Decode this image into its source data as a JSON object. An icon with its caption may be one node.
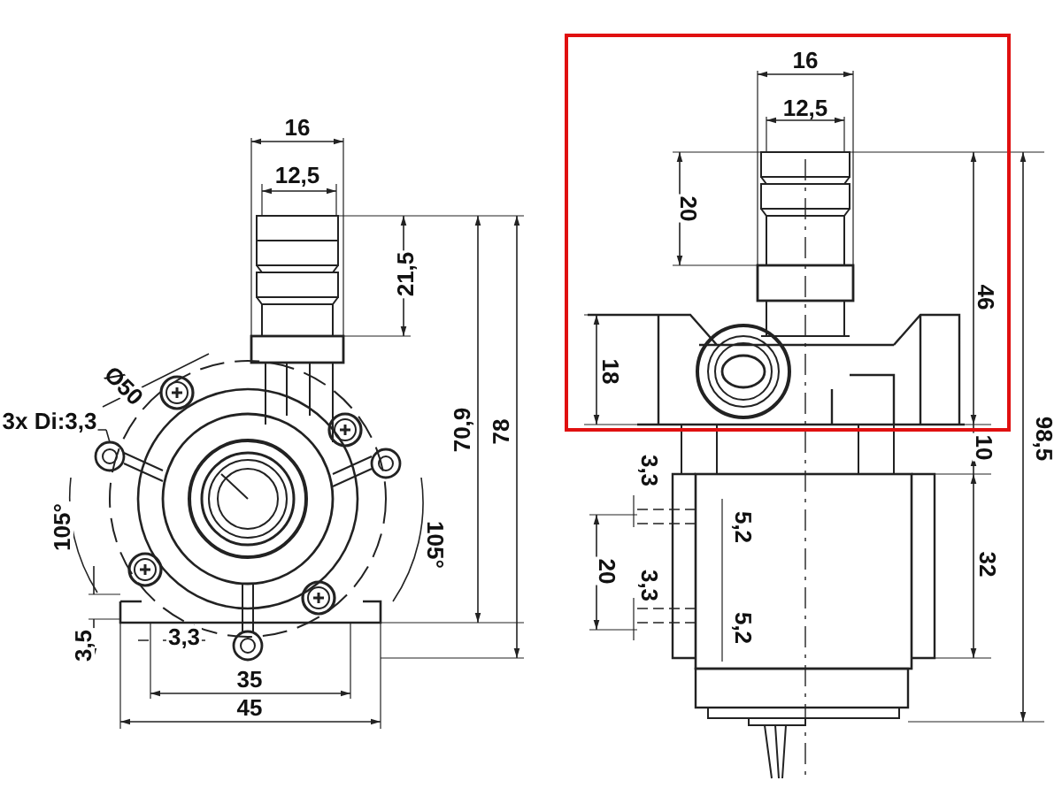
{
  "diagram": {
    "labels": [
      "16",
      "12,5",
      "21,5",
      "Ø50",
      "3x Di:3,3",
      "70,9",
      "78",
      "105°",
      "105°",
      "3,5",
      "3,3",
      "35",
      "45",
      "16",
      "12,5",
      "20",
      "46",
      "18",
      "10",
      "98,5",
      "3,3",
      "5,2",
      "20",
      "32",
      "3,3",
      "5,2"
    ]
  }
}
